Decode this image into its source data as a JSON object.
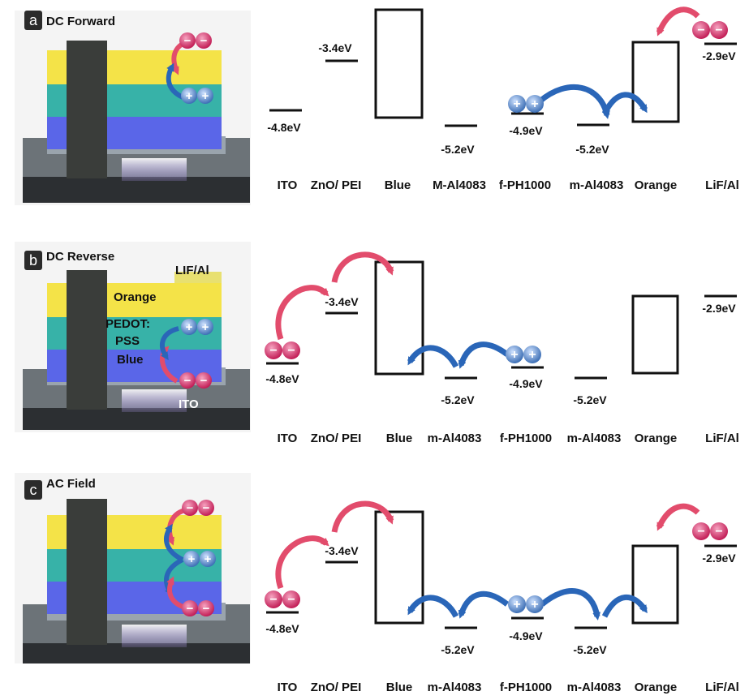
{
  "colors": {
    "electron": "#e0336b",
    "hole": "#4f7fc0",
    "arrow_red": "#e24c6c",
    "arrow_blue": "#2a66b8"
  },
  "panels": [
    {
      "letter": "a",
      "title": "DC Forward",
      "layer_labels": [
        "ITO",
        "ZnO/ PEI",
        "Blue",
        "M-Al4083",
        "f-PH1000",
        "m-Al4083",
        "Orange",
        "LiF/Al"
      ],
      "levels": [
        "-4.8eV",
        "-3.4eV",
        "-5.2eV",
        "-4.9eV",
        "-5.2eV",
        "-2.9eV"
      ],
      "device_labels": []
    },
    {
      "letter": "b",
      "title": "DC Reverse",
      "layer_labels": [
        "ITO",
        "ZnO/ PEI",
        "Blue",
        "m-Al4083",
        "f-PH1000",
        "m-Al4083",
        "Orange",
        "LiF/Al"
      ],
      "levels": [
        "-4.8eV",
        "-3.4eV",
        "-5.2eV",
        "-4.9eV",
        "-5.2eV",
        "-2.9eV"
      ],
      "device_labels": [
        "LIF/Al",
        "Orange",
        "PEDOT:",
        "PSS",
        "Blue",
        "ITO"
      ]
    },
    {
      "letter": "c",
      "title": "AC Field",
      "layer_labels": [
        "ITO",
        "ZnO/ PEI",
        "Blue",
        "m-Al4083",
        "f-PH1000",
        "m-Al4083",
        "Orange",
        "LiF/Al"
      ],
      "levels": [
        "-4.8eV",
        "-3.4eV",
        "-5.2eV",
        "-4.9eV",
        "-5.2eV",
        "-2.9eV"
      ],
      "device_labels": []
    }
  ],
  "charges": {
    "electron_symbol": "−",
    "hole_symbol": "+"
  }
}
